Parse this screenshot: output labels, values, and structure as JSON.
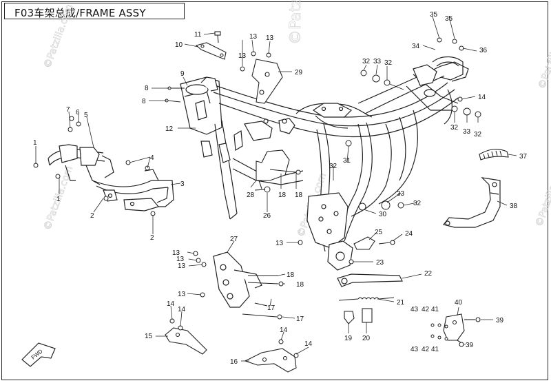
{
  "title": "F03车架总成/FRAME ASSY",
  "watermark": "©Patzilla.com",
  "fwd_label": "FWD",
  "colors": {
    "line": "#222222",
    "border": "#222222",
    "watermark": "#cfcfcf"
  },
  "callouts": [
    {
      "id": "c1a",
      "text": "1"
    },
    {
      "id": "c1b",
      "text": "1"
    },
    {
      "id": "c2a",
      "text": "2"
    },
    {
      "id": "c2b",
      "text": "2"
    },
    {
      "id": "c3",
      "text": "3"
    },
    {
      "id": "c4",
      "text": "4"
    },
    {
      "id": "c5",
      "text": "5"
    },
    {
      "id": "c6",
      "text": "6"
    },
    {
      "id": "c7",
      "text": "7"
    },
    {
      "id": "c8a",
      "text": "8"
    },
    {
      "id": "c8b",
      "text": "8"
    },
    {
      "id": "c9",
      "text": "9"
    },
    {
      "id": "c10",
      "text": "10"
    },
    {
      "id": "c11",
      "text": "11"
    },
    {
      "id": "c12",
      "text": "12"
    },
    {
      "id": "c13a",
      "text": "13"
    },
    {
      "id": "c13b",
      "text": "13"
    },
    {
      "id": "c13c",
      "text": "13"
    },
    {
      "id": "c13d",
      "text": "13"
    },
    {
      "id": "c13e",
      "text": "13"
    },
    {
      "id": "c13f",
      "text": "13"
    },
    {
      "id": "c13g",
      "text": "13"
    },
    {
      "id": "c13h",
      "text": "13"
    },
    {
      "id": "c14a",
      "text": "14"
    },
    {
      "id": "c14b",
      "text": "14"
    },
    {
      "id": "c14c",
      "text": "14"
    },
    {
      "id": "c14d",
      "text": "14"
    },
    {
      "id": "c14e",
      "text": "14"
    },
    {
      "id": "c15",
      "text": "15"
    },
    {
      "id": "c16",
      "text": "16"
    },
    {
      "id": "c17a",
      "text": "17"
    },
    {
      "id": "c17b",
      "text": "17"
    },
    {
      "id": "c18a",
      "text": "18"
    },
    {
      "id": "c18b",
      "text": "18"
    },
    {
      "id": "c18c",
      "text": "18"
    },
    {
      "id": "c18d",
      "text": "18"
    },
    {
      "id": "c19",
      "text": "19"
    },
    {
      "id": "c20",
      "text": "20"
    },
    {
      "id": "c21",
      "text": "21"
    },
    {
      "id": "c22",
      "text": "22"
    },
    {
      "id": "c23",
      "text": "23"
    },
    {
      "id": "c24",
      "text": "24"
    },
    {
      "id": "c25",
      "text": "25"
    },
    {
      "id": "c26",
      "text": "26"
    },
    {
      "id": "c27",
      "text": "27"
    },
    {
      "id": "c28",
      "text": "28"
    },
    {
      "id": "c29",
      "text": "29"
    },
    {
      "id": "c30",
      "text": "30"
    },
    {
      "id": "c31",
      "text": "31"
    },
    {
      "id": "c32a",
      "text": "32"
    },
    {
      "id": "c32b",
      "text": "32"
    },
    {
      "id": "c32c",
      "text": "32"
    },
    {
      "id": "c32d",
      "text": "32"
    },
    {
      "id": "c32e",
      "text": "32"
    },
    {
      "id": "c32f",
      "text": "32"
    },
    {
      "id": "c33a",
      "text": "33"
    },
    {
      "id": "c33b",
      "text": "33"
    },
    {
      "id": "c33c",
      "text": "33"
    },
    {
      "id": "c34",
      "text": "34"
    },
    {
      "id": "c35a",
      "text": "35"
    },
    {
      "id": "c35b",
      "text": "35"
    },
    {
      "id": "c36",
      "text": "36"
    },
    {
      "id": "c37",
      "text": "37"
    },
    {
      "id": "c38",
      "text": "38"
    },
    {
      "id": "c39a",
      "text": "39"
    },
    {
      "id": "c39b",
      "text": "39"
    },
    {
      "id": "c40",
      "text": "40"
    },
    {
      "id": "c41a",
      "text": "41"
    },
    {
      "id": "c41b",
      "text": "41"
    },
    {
      "id": "c42a",
      "text": "42"
    },
    {
      "id": "c42b",
      "text": "42"
    },
    {
      "id": "c43a",
      "text": "43"
    },
    {
      "id": "c43b",
      "text": "43"
    }
  ]
}
